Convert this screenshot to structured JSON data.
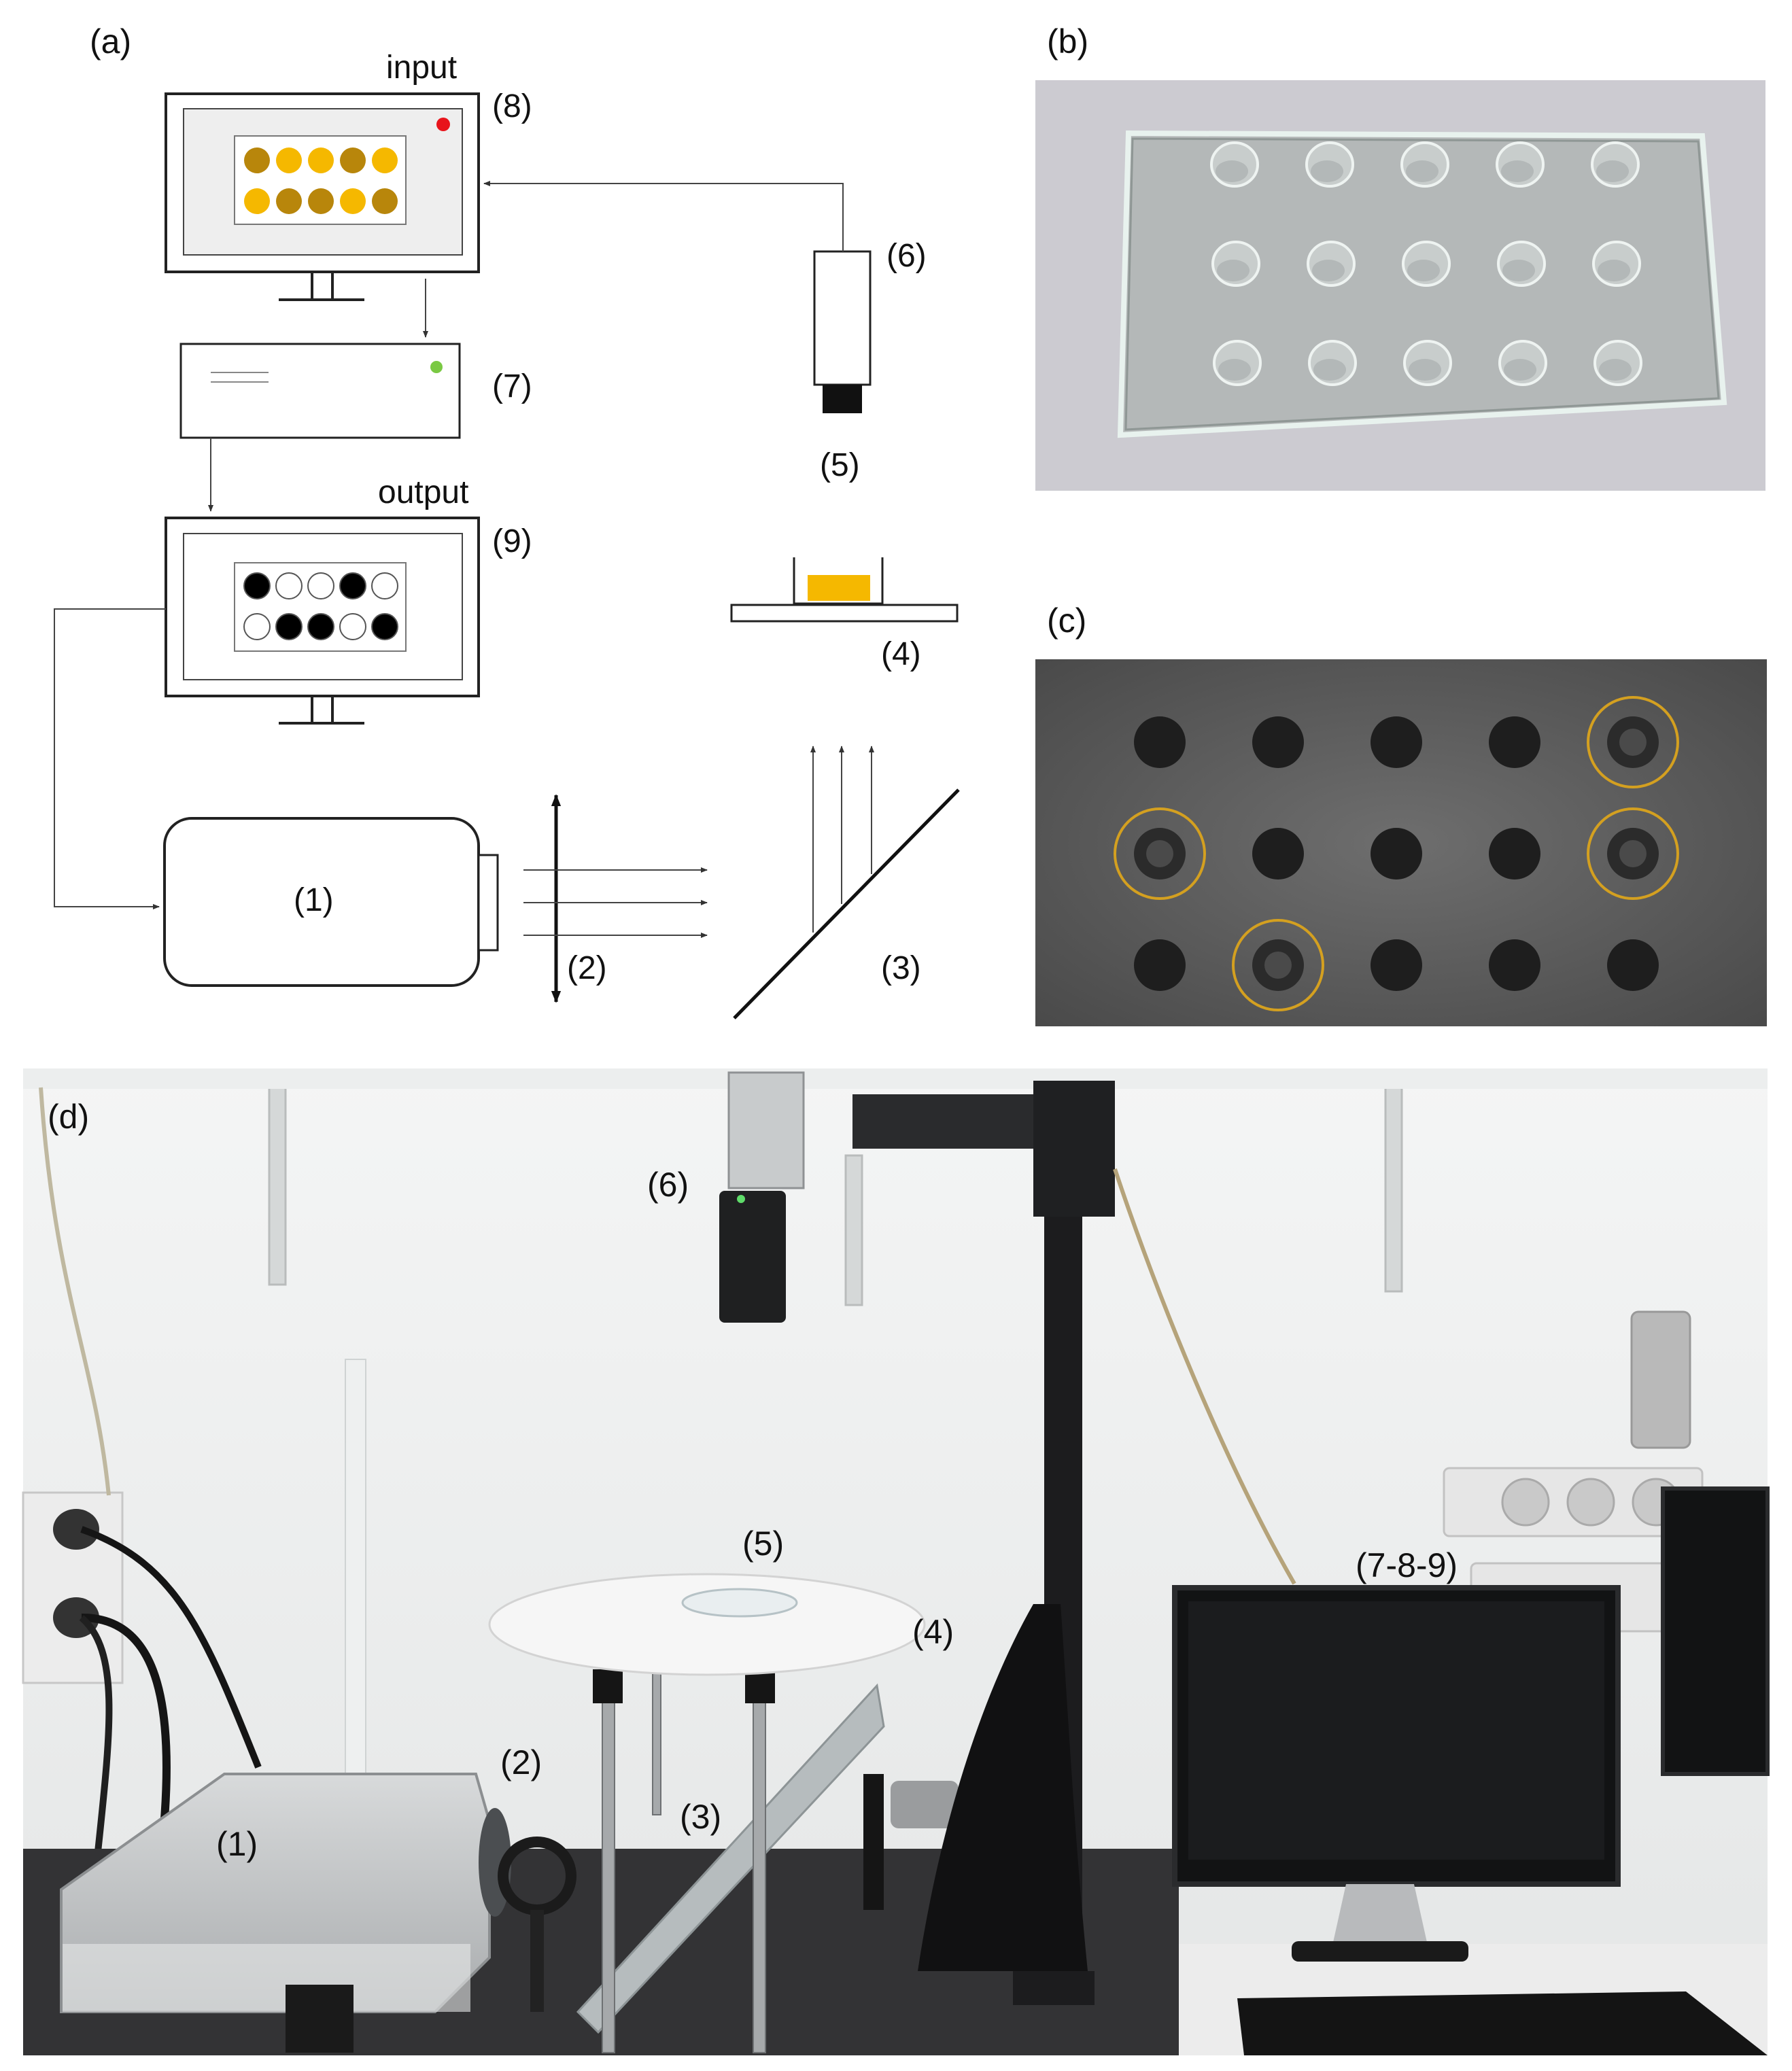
{
  "panel_a": {
    "label": "(a)",
    "input_label": "input",
    "output_label": "output",
    "components": {
      "c1": "(1)",
      "c2": "(2)",
      "c3": "(3)",
      "c4": "(4)",
      "c5": "(5)",
      "c6": "(6)",
      "c7": "(7)",
      "c8": "(8)",
      "c9": "(9)"
    },
    "input_pattern": [
      [
        "dark",
        "light",
        "light",
        "dark",
        "light"
      ],
      [
        "light",
        "dark",
        "dark",
        "light",
        "dark"
      ]
    ],
    "output_pattern": [
      [
        "black",
        "white",
        "white",
        "black",
        "white"
      ],
      [
        "white",
        "black",
        "black",
        "white",
        "black"
      ]
    ],
    "colors": {
      "dot_dark": "#b8860b",
      "dot_light": "#f5b800",
      "indicator_red": "#e8141b",
      "indicator_green": "#7ac943",
      "sample_fill": "#f5b800"
    }
  },
  "panel_b": {
    "label": "(b)",
    "grid": {
      "rows": 3,
      "cols": 5
    }
  },
  "panel_c": {
    "label": "(c)",
    "grid": {
      "rows": 3,
      "cols": 5
    },
    "highlighted": [
      [
        0,
        4
      ],
      [
        1,
        0
      ],
      [
        1,
        4
      ],
      [
        2,
        1
      ]
    ],
    "highlight_color": "#d4a020"
  },
  "panel_d": {
    "label": "(d)",
    "callouts": {
      "c1": "(1)",
      "c2": "(2)",
      "c3": "(3)",
      "c4": "(4)",
      "c5": "(5)",
      "c6": "(6)",
      "c789": "(7-8-9)"
    }
  }
}
